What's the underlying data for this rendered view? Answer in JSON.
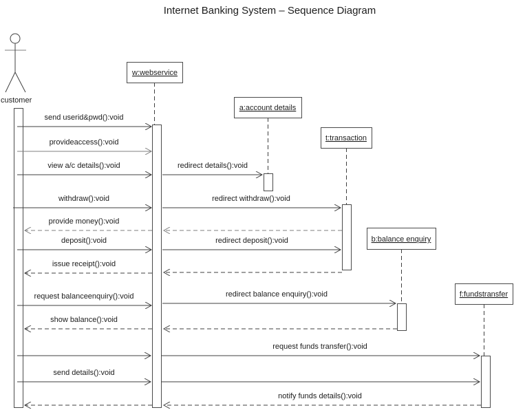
{
  "title": "Internet Banking System – Sequence Diagram",
  "diagram_type": "uml-sequence-diagram",
  "colors": {
    "background": "#ffffff",
    "line": "#3f3f3f",
    "muted_line": "#7f7f7f",
    "text": "#1c1c1c"
  },
  "actor": {
    "label": "customer"
  },
  "objects": [
    {
      "label": "w:webservice"
    },
    {
      "label": "a:account details"
    },
    {
      "label": "t:transaction"
    },
    {
      "label": "b:balance enquiry"
    },
    {
      "label": "f:fundstransfer"
    }
  ],
  "messages": [
    {
      "label": "send userid&pwd():void",
      "from": "customer",
      "to": "w:webservice",
      "line": "solid"
    },
    {
      "label": "provideaccess():void",
      "from": "customer",
      "to": "w:webservice",
      "line": "solid"
    },
    {
      "label": "view a/c details():void",
      "from": "customer",
      "to": "w:webservice",
      "line": "solid"
    },
    {
      "label": "redirect details():void",
      "from": "w:webservice",
      "to": "a:account details",
      "line": "solid"
    },
    {
      "label": "withdraw():void",
      "from": "customer",
      "to": "w:webservice",
      "line": "solid"
    },
    {
      "label": "redirect withdraw():void",
      "from": "w:webservice",
      "to": "t:transaction",
      "line": "solid"
    },
    {
      "label": "provide money():void",
      "from": "t:transaction",
      "to": "customer",
      "line": "dashed"
    },
    {
      "label": "deposit():void",
      "from": "customer",
      "to": "w:webservice",
      "line": "solid"
    },
    {
      "label": "redirect deposit():void",
      "from": "w:webservice",
      "to": "t:transaction",
      "line": "solid"
    },
    {
      "label": "issue receipt():void",
      "from": "t:transaction",
      "to": "customer",
      "line": "dashed"
    },
    {
      "label": "request balanceenquiry():void",
      "from": "customer",
      "to": "w:webservice",
      "line": "solid"
    },
    {
      "label": "redirect balance enquiry():void",
      "from": "w:webservice",
      "to": "b:balance enquiry",
      "line": "solid"
    },
    {
      "label": "show balance():void",
      "from": "b:balance enquiry",
      "to": "customer",
      "line": "dashed"
    },
    {
      "label": "request funds transfer():void",
      "from": "customer",
      "to": "f:fundstransfer",
      "line": "solid"
    },
    {
      "label": "send details():void",
      "from": "customer",
      "to": "f:fundstransfer",
      "line": "solid"
    },
    {
      "label": "notify funds details():void",
      "from": "f:fundstransfer",
      "to": "customer",
      "line": "dashed"
    }
  ]
}
